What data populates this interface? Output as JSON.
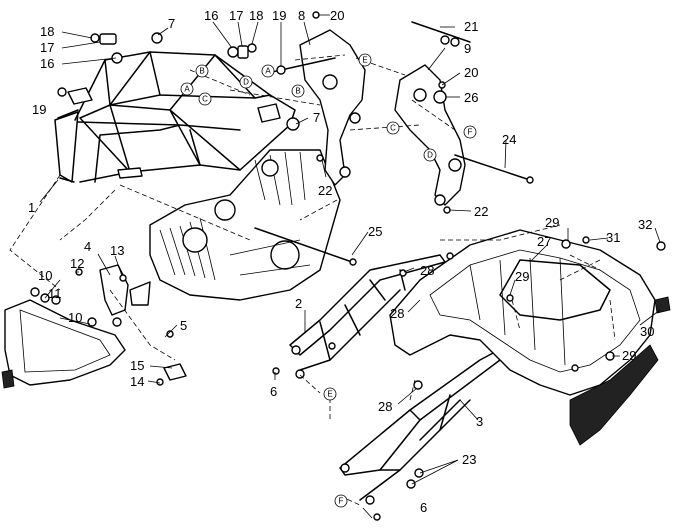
{
  "callouts": {
    "c1": "1",
    "c2": "2",
    "c3": "3",
    "c4": "4",
    "c5": "5",
    "c6a": "6",
    "c6b": "6",
    "c7a": "7",
    "c7b": "7",
    "c8": "8",
    "c9": "9",
    "c10a": "10",
    "c10b": "10",
    "c11": "11",
    "c12": "12",
    "c13": "13",
    "c14": "14",
    "c15": "15",
    "c16a": "16",
    "c16b": "16",
    "c17a": "17",
    "c17b": "17",
    "c18a": "18",
    "c18b": "18",
    "c19a": "19",
    "c19b": "19",
    "c20a": "20",
    "c20b": "20",
    "c21": "21",
    "c22a": "22",
    "c22b": "22",
    "c23": "23",
    "c24": "24",
    "c25": "25",
    "c26": "26",
    "c27": "27",
    "c28a": "28",
    "c28b": "28",
    "c28c": "28",
    "c29a": "29",
    "c29b": "29",
    "c29c": "29",
    "c30": "30",
    "c31": "31",
    "c32": "32"
  },
  "markers": {
    "mA1": "A",
    "mA2": "A",
    "mB1": "B",
    "mB2": "B",
    "mC1": "C",
    "mC2": "C",
    "mD1": "D",
    "mD2": "D",
    "mE1": "E",
    "mE2": "E",
    "mF1": "F",
    "mF2": "F"
  }
}
